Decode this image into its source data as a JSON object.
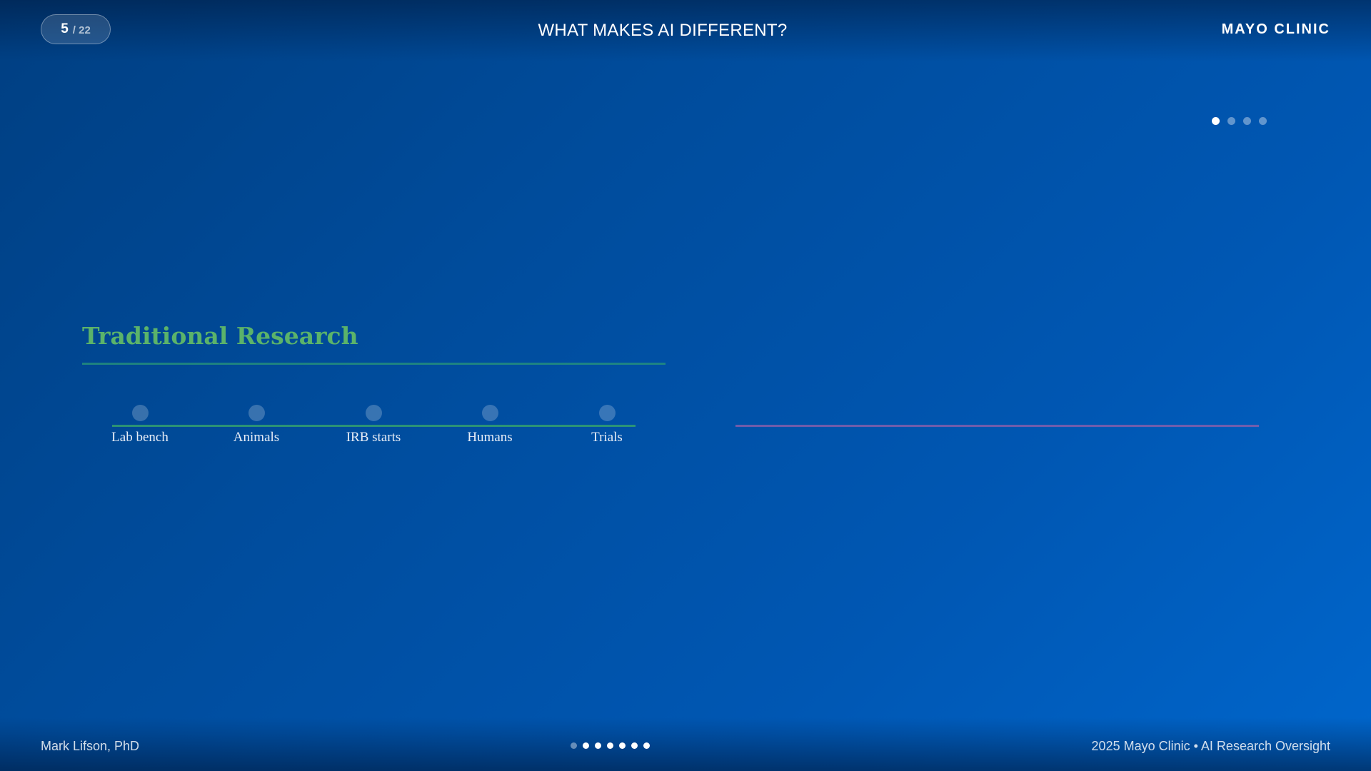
{
  "header": {
    "slide_current": "5",
    "slide_total": "/ 22",
    "section_title": "WHAT MAKES AI DIFFERENT?",
    "brand": "MAYO CLINIC"
  },
  "sub_steps": {
    "count": 4,
    "active_index": 0
  },
  "traditional": {
    "heading": "Traditional Research",
    "heading_color": "#5bb36a",
    "milestones": [
      {
        "label": "Lab bench"
      },
      {
        "label": "Animals"
      },
      {
        "label": "IRB starts"
      },
      {
        "label": "Humans"
      },
      {
        "label": "Trials"
      }
    ]
  },
  "ai_track": {
    "line_color": "#8c5faa"
  },
  "footer": {
    "presenter": "Mark Lifson, PhD",
    "credit": "2025 Mayo Clinic • AI Research Oversight",
    "progress_dots": 7,
    "progress_active_index": 0
  },
  "colors": {
    "background_start": "#003f82",
    "background_end": "#0066cc",
    "accent_green": "#5bb36a",
    "accent_purple": "#8c5faa"
  },
  "icons": {
    "sub_step_indicator": "dot-icon",
    "milestone_marker": "circle-icon"
  }
}
